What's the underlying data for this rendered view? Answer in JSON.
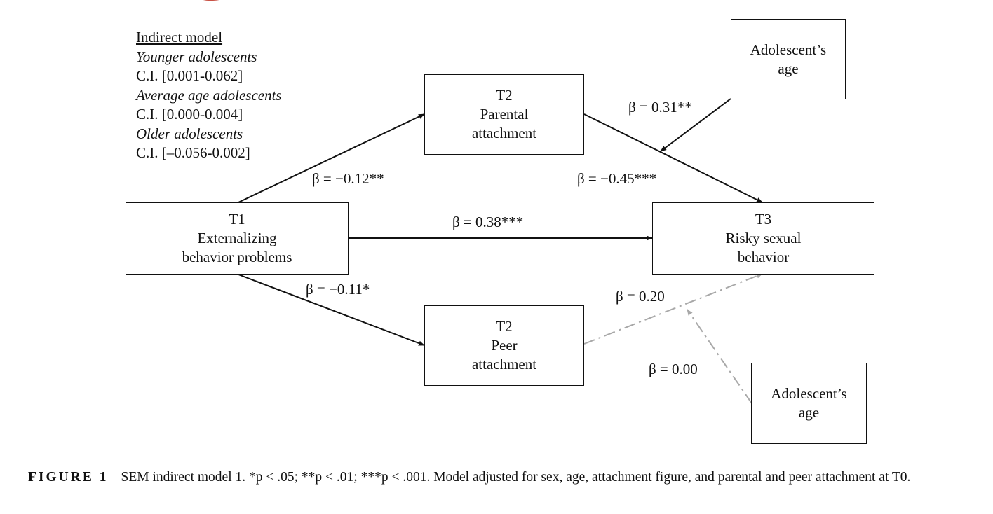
{
  "indirect_model": {
    "heading": "Indirect model",
    "groups": [
      {
        "label": "Younger adolescents",
        "ci": "C.I. [0.001-0.062]"
      },
      {
        "label": "Average age adolescents",
        "ci": "C.I. [0.000-0.004]"
      },
      {
        "label": "Older adolescents",
        "ci": "C.I. [–0.056-0.002]"
      }
    ]
  },
  "nodes": {
    "t1_externalizing": {
      "lines": [
        "T1",
        "Externalizing",
        "behavior problems"
      ]
    },
    "t2_parental": {
      "lines": [
        "T2",
        "Parental",
        "attachment"
      ]
    },
    "t2_peer": {
      "lines": [
        "T2",
        "Peer",
        "attachment"
      ]
    },
    "t3_risky": {
      "lines": [
        "T3",
        "Risky sexual",
        "behavior"
      ]
    },
    "age_top": {
      "lines": [
        "Adolescent’s",
        "age"
      ]
    },
    "age_bottom": {
      "lines": [
        "Adolescent’s",
        "age"
      ]
    }
  },
  "paths": {
    "t1_to_parental": "β  = −0.12**",
    "parental_to_t3": "β = −0.45***",
    "age_moderation_top": "β = 0.31**",
    "t1_to_t3": "β = 0.38***",
    "t1_to_peer": "β  = −0.11*",
    "peer_to_t3": "β  = 0.20",
    "age_moderation_bottom": "β = 0.00"
  },
  "caption": {
    "figure_label": "FIGURE 1",
    "text": "SEM indirect model 1. *p < .05; **p < .01; ***p < .001. Model adjusted for sex, age, attachment figure, and parental and peer attachment at T0."
  },
  "colors": {
    "significant_path": "#111111",
    "nonsignificant_path": "#a8a8a8",
    "handwritten_mark": "#c0392b"
  }
}
